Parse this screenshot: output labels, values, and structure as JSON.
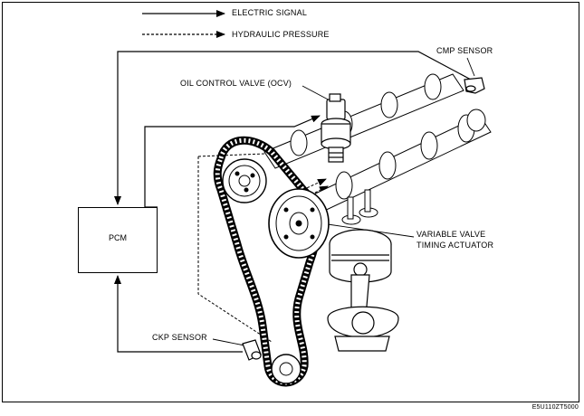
{
  "legend": {
    "electric": "ELECTRIC SIGNAL",
    "hydraulic": "HYDRAULIC PRESSURE"
  },
  "labels": {
    "cmp": "CMP SENSOR",
    "ocv": "OIL CONTROL VALVE (OCV)",
    "pcm": "PCM",
    "vvt_line1": "VARIABLE VALVE",
    "vvt_line2": "TIMING ACTUATOR",
    "ckp": "CKP SENSOR"
  },
  "figure_code": "E5U110ZT5000",
  "colors": {
    "line": "#000000",
    "background": "#ffffff"
  }
}
